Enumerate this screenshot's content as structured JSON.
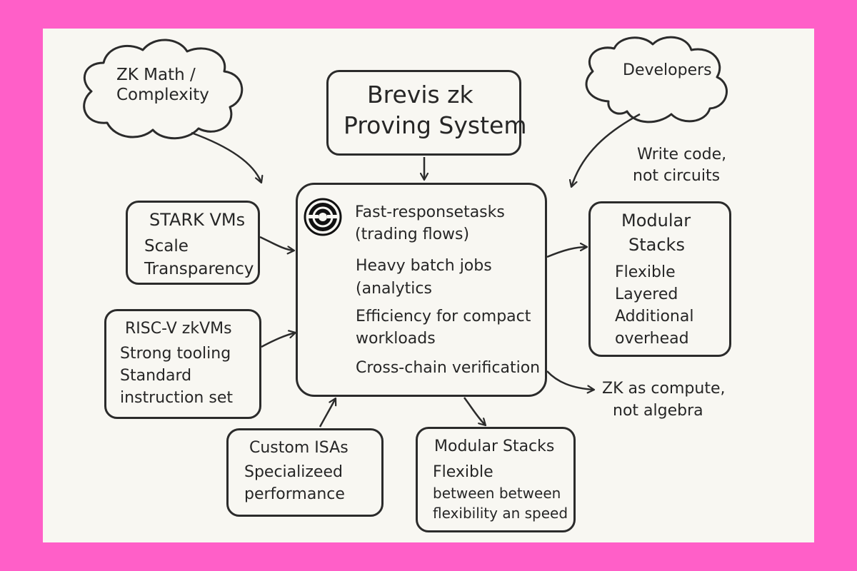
{
  "title": [
    "Brevis zk",
    "Proving System"
  ],
  "clouds": {
    "zk_math": [
      "ZK Math /",
      "Complexity"
    ],
    "developers": "Developers"
  },
  "developers_note": [
    "Write code,",
    "not circuits"
  ],
  "center": {
    "items": [
      [
        "Fast-responsetasks",
        "(trading flows)"
      ],
      [
        "Heavy batch jobs",
        "(analytics"
      ],
      [
        "Efficiency for compact",
        "workloads"
      ],
      [
        "Cross-chain verification"
      ]
    ]
  },
  "stark_vms": {
    "title": "STARK VMs",
    "lines": [
      "Scale",
      "Transparency"
    ]
  },
  "risc_v": {
    "title": "RISC-V zkVMs",
    "lines": [
      "Strong tooling",
      "Standard",
      "instruction set"
    ]
  },
  "modular_right": {
    "title": [
      "Modular",
      "Stacks"
    ],
    "lines": [
      "Flexible",
      "Layered",
      "Additional",
      "overhead"
    ]
  },
  "custom_isas": {
    "title": "Custom ISAs",
    "lines": [
      "Specializeed",
      "performance"
    ]
  },
  "modular_bottom": {
    "title": "Modular Stacks",
    "lines": [
      "Flexible",
      "between between",
      "flexibility an speed"
    ]
  },
  "zk_compute_note": [
    "ZK as compute,",
    "not algebra"
  ],
  "colors": {
    "frame": "#ff5fc8",
    "paper": "#f8f7f2",
    "ink": "#2b2b2b"
  }
}
